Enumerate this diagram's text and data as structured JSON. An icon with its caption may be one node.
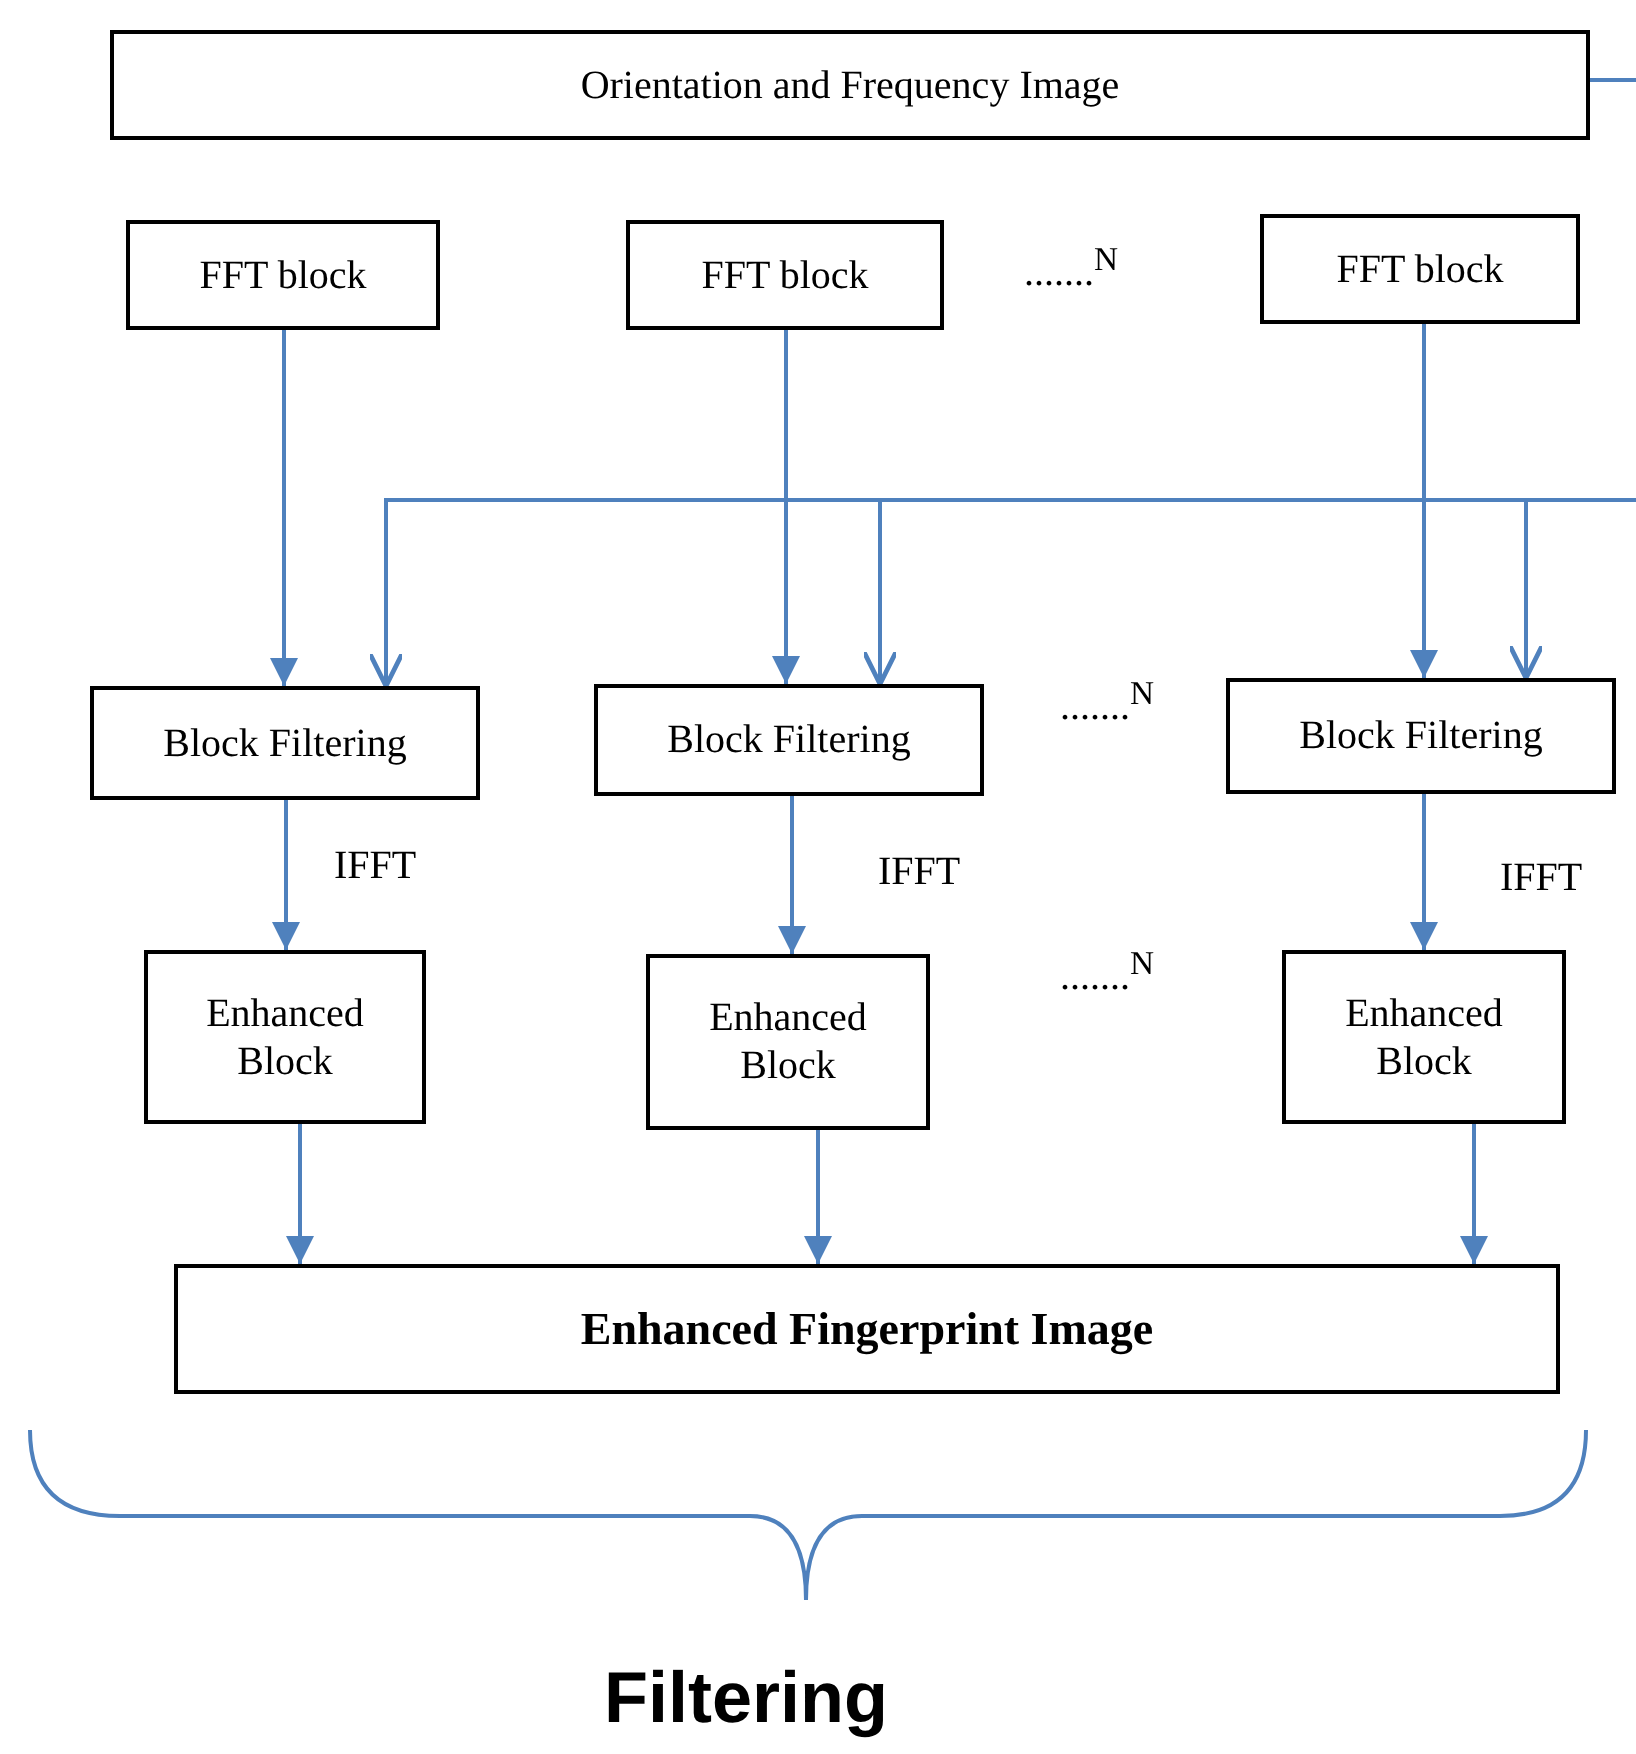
{
  "diagram": {
    "nodes": [
      {
        "text": [
          "Orientation and Frequency Image"
        ]
      },
      {
        "text": [
          "FFT block"
        ]
      },
      {
        "text": [
          "FFT block"
        ]
      },
      {
        "text": [
          "FFT block"
        ]
      },
      {
        "text": [
          "Block Filtering"
        ]
      },
      {
        "text": [
          "Block Filtering"
        ]
      },
      {
        "text": [
          "Block Filtering"
        ]
      },
      {
        "text": [
          "Enhanced Block"
        ]
      },
      {
        "text": [
          "Enhanced Block"
        ]
      },
      {
        "text": [
          "Enhanced Block"
        ]
      },
      {
        "text": [
          "Enhanced Fingerprint Image"
        ]
      }
    ],
    "edges": [
      {
        "from": 1,
        "to": 4,
        "arrow": "to"
      },
      {
        "from": 2,
        "to": 5,
        "arrow": "to"
      },
      {
        "from": 3,
        "to": 6,
        "arrow": "to"
      },
      {
        "from": 0,
        "to": 4,
        "arrow": "to"
      },
      {
        "from": 0,
        "to": 5,
        "arrow": "to"
      },
      {
        "from": 0,
        "to": 6,
        "arrow": "to"
      },
      {
        "from": 4,
        "to": 7,
        "arrow": "to",
        "label": "IFFT"
      },
      {
        "from": 5,
        "to": 8,
        "arrow": "to",
        "label": "IFFT"
      },
      {
        "from": 6,
        "to": 9,
        "arrow": "to",
        "label": "IFFT"
      },
      {
        "from": 7,
        "to": 10,
        "arrow": "to"
      },
      {
        "from": 8,
        "to": 10,
        "arrow": "to"
      },
      {
        "from": 9,
        "to": 10,
        "arrow": "to"
      }
    ],
    "labels": [
      ".......$^{N}$",
      ".......$^{N}$",
      ".......$^{N}$",
      "Filtering"
    ]
  }
}
